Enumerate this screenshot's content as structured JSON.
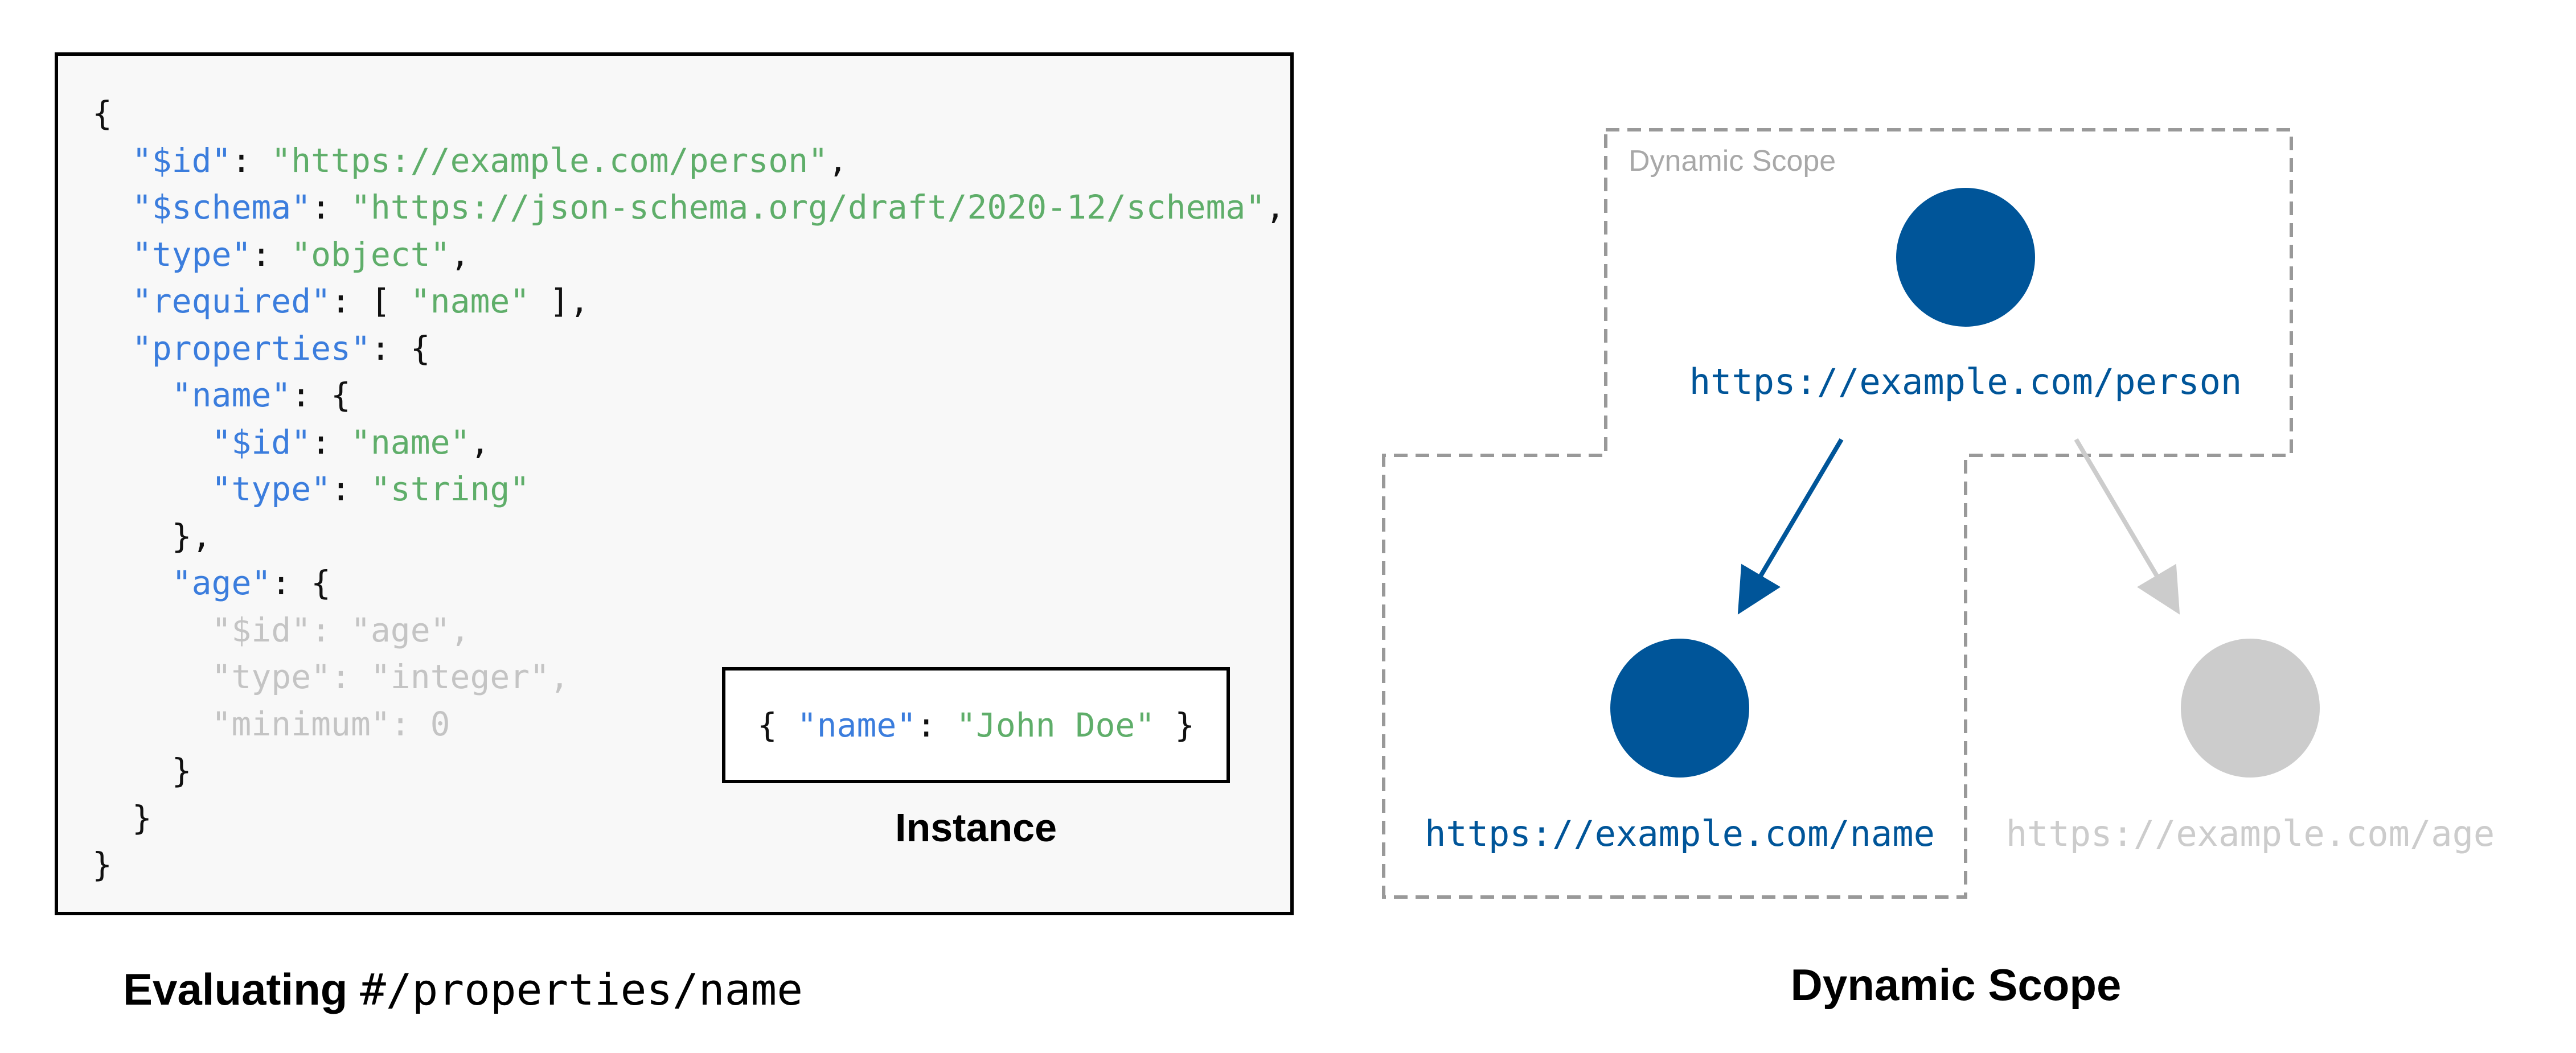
{
  "schema_code": {
    "lines": [
      [
        {
          "t": "{",
          "c": "punct"
        }
      ],
      [
        {
          "t": "  ",
          "c": "punct"
        },
        {
          "t": "\"$id\"",
          "c": "key"
        },
        {
          "t": ": ",
          "c": "punct"
        },
        {
          "t": "\"https://example.com/person\"",
          "c": "str"
        },
        {
          "t": ",",
          "c": "punct"
        }
      ],
      [
        {
          "t": "  ",
          "c": "punct"
        },
        {
          "t": "\"$schema\"",
          "c": "key"
        },
        {
          "t": ": ",
          "c": "punct"
        },
        {
          "t": "\"https://json-schema.org/draft/2020-12/schema\"",
          "c": "str"
        },
        {
          "t": ",",
          "c": "punct"
        }
      ],
      [
        {
          "t": "  ",
          "c": "punct"
        },
        {
          "t": "\"type\"",
          "c": "key"
        },
        {
          "t": ": ",
          "c": "punct"
        },
        {
          "t": "\"object\"",
          "c": "str"
        },
        {
          "t": ",",
          "c": "punct"
        }
      ],
      [
        {
          "t": "  ",
          "c": "punct"
        },
        {
          "t": "\"required\"",
          "c": "key"
        },
        {
          "t": ": [ ",
          "c": "punct"
        },
        {
          "t": "\"name\"",
          "c": "str"
        },
        {
          "t": " ],",
          "c": "punct"
        }
      ],
      [
        {
          "t": "  ",
          "c": "punct"
        },
        {
          "t": "\"properties\"",
          "c": "key"
        },
        {
          "t": ": {",
          "c": "punct"
        }
      ],
      [
        {
          "t": "    ",
          "c": "punct"
        },
        {
          "t": "\"name\"",
          "c": "key"
        },
        {
          "t": ": {",
          "c": "punct"
        }
      ],
      [
        {
          "t": "      ",
          "c": "punct"
        },
        {
          "t": "\"$id\"",
          "c": "key"
        },
        {
          "t": ": ",
          "c": "punct"
        },
        {
          "t": "\"name\"",
          "c": "str"
        },
        {
          "t": ",",
          "c": "punct"
        }
      ],
      [
        {
          "t": "      ",
          "c": "punct"
        },
        {
          "t": "\"type\"",
          "c": "key"
        },
        {
          "t": ": ",
          "c": "punct"
        },
        {
          "t": "\"string\"",
          "c": "str"
        }
      ],
      [
        {
          "t": "    },",
          "c": "punct"
        }
      ],
      [
        {
          "t": "    ",
          "c": "punct"
        },
        {
          "t": "\"age\"",
          "c": "key"
        },
        {
          "t": ": {",
          "c": "punct"
        }
      ],
      [
        {
          "t": "      \"$id\": \"age\",",
          "c": "dim"
        }
      ],
      [
        {
          "t": "      \"type\": \"integer\",",
          "c": "dim"
        }
      ],
      [
        {
          "t": "      \"minimum\": 0",
          "c": "dim"
        }
      ],
      [
        {
          "t": "    }",
          "c": "punct"
        }
      ],
      [
        {
          "t": "  }",
          "c": "punct"
        }
      ],
      [
        {
          "t": "}",
          "c": "punct"
        }
      ]
    ]
  },
  "instance": {
    "tokens": [
      {
        "t": "{ ",
        "c": "punct"
      },
      {
        "t": "\"name\"",
        "c": "key"
      },
      {
        "t": ": ",
        "c": "punct"
      },
      {
        "t": "\"John Doe\"",
        "c": "str"
      },
      {
        "t": " }",
        "c": "punct"
      }
    ],
    "label": "Instance"
  },
  "caption_left": {
    "bold": "Evaluating",
    "mono": "#/properties/name"
  },
  "diagram": {
    "scope_label": "Dynamic Scope",
    "nodes": {
      "person": {
        "label": "https://example.com/person",
        "color": "#005599"
      },
      "name": {
        "label": "https://example.com/name",
        "color": "#005599"
      },
      "age": {
        "label": "https://example.com/age",
        "color": "#cccccc"
      }
    },
    "caption": "Dynamic Scope"
  },
  "colors": {
    "key": "#3b7ddd",
    "string": "#5fae6a",
    "dim": "#c4c4c4",
    "active": "#005599",
    "inactive": "#cccccc",
    "scope_border": "#999999"
  }
}
